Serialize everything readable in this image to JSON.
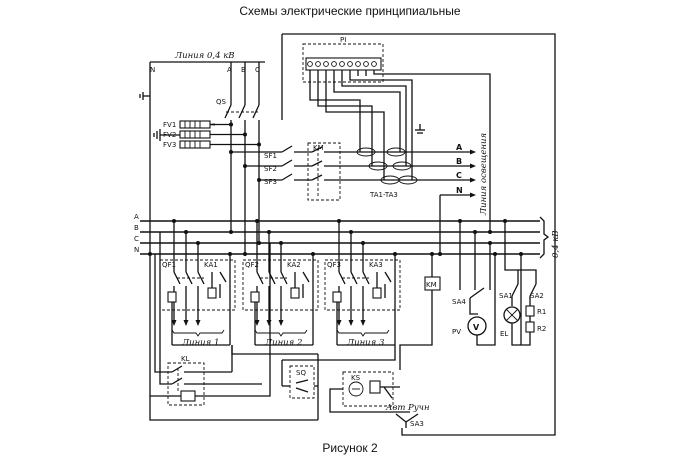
{
  "page": {
    "title": "Схемы электрические принципиальные",
    "caption": "Рисунок 2"
  },
  "diagram": {
    "supply_label": "Линия 0,4 кВ",
    "neutral": "N",
    "phases": [
      "A",
      "B",
      "C"
    ],
    "switch": "QS",
    "fuses": [
      "FV1",
      "FV2",
      "FV3"
    ],
    "meter": "PI",
    "breakers_sf": [
      "SF1",
      "SF2",
      "SF3"
    ],
    "contactor_km": "KM",
    "current_transformers": "TA1-TA3",
    "lighting_line": "Линия освещения",
    "lighting_phases": [
      "A",
      "B",
      "C",
      "N"
    ],
    "bus_labels": [
      "A",
      "B",
      "C",
      "N"
    ],
    "bus_voltage": "0,4 кВ",
    "breakers_qf": [
      "QF1",
      "QF2",
      "QF3"
    ],
    "relays_ka": [
      "KA1",
      "KA2",
      "KA3"
    ],
    "outgoing_lines": [
      "Линия 1",
      "Линия 2",
      "Линия 3"
    ],
    "km_coil": "KM",
    "kl_relay": "KL",
    "sq_switch": "SQ",
    "ks_relay": "KS",
    "sa3_mode_auto": "Авт",
    "sa3_mode_manual": "Ручн",
    "sa3": "SA3",
    "voltmeter_switch": "SA4",
    "voltmeter_symbol": "V",
    "voltmeter": "PV",
    "lamp_switch_1": "SA1",
    "lamp_switch_2": "SA2",
    "resistors": [
      "R1",
      "R2"
    ],
    "lamp": "EL"
  }
}
